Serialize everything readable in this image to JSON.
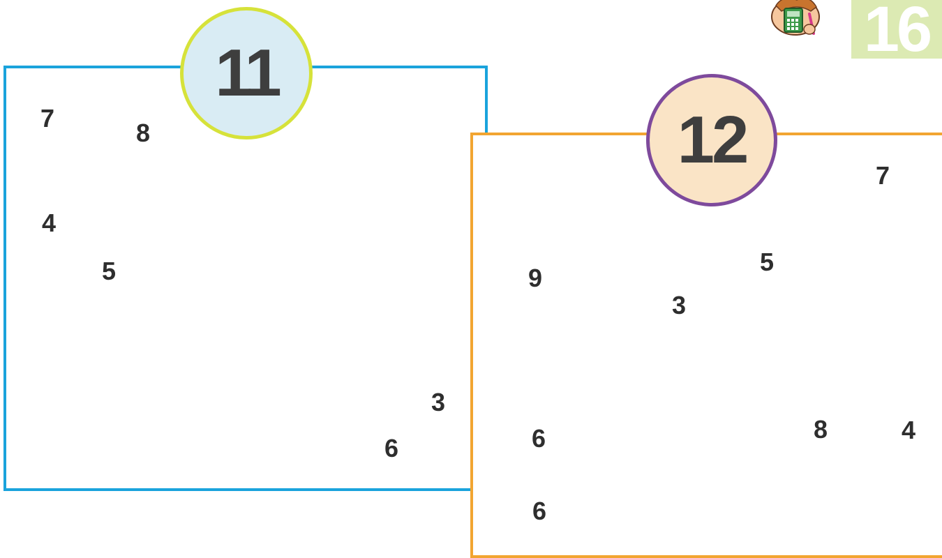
{
  "page_number": "16",
  "icons": {
    "corner": "child-with-calculator-icon"
  },
  "colors": {
    "box_11_border": "#1aa3dc",
    "box_12_border": "#f2a531",
    "badge_11_ring": "#d6e23a",
    "badge_12_ring": "#7e4a9c",
    "page_number_bg": "#dceab3"
  },
  "exercises": [
    {
      "badge": "11",
      "numbers": [
        "7",
        "8",
        "4",
        "5",
        "3",
        "6"
      ]
    },
    {
      "badge": "12",
      "numbers": [
        "7",
        "9",
        "5",
        "3",
        "6",
        "8",
        "4",
        "6"
      ]
    }
  ]
}
